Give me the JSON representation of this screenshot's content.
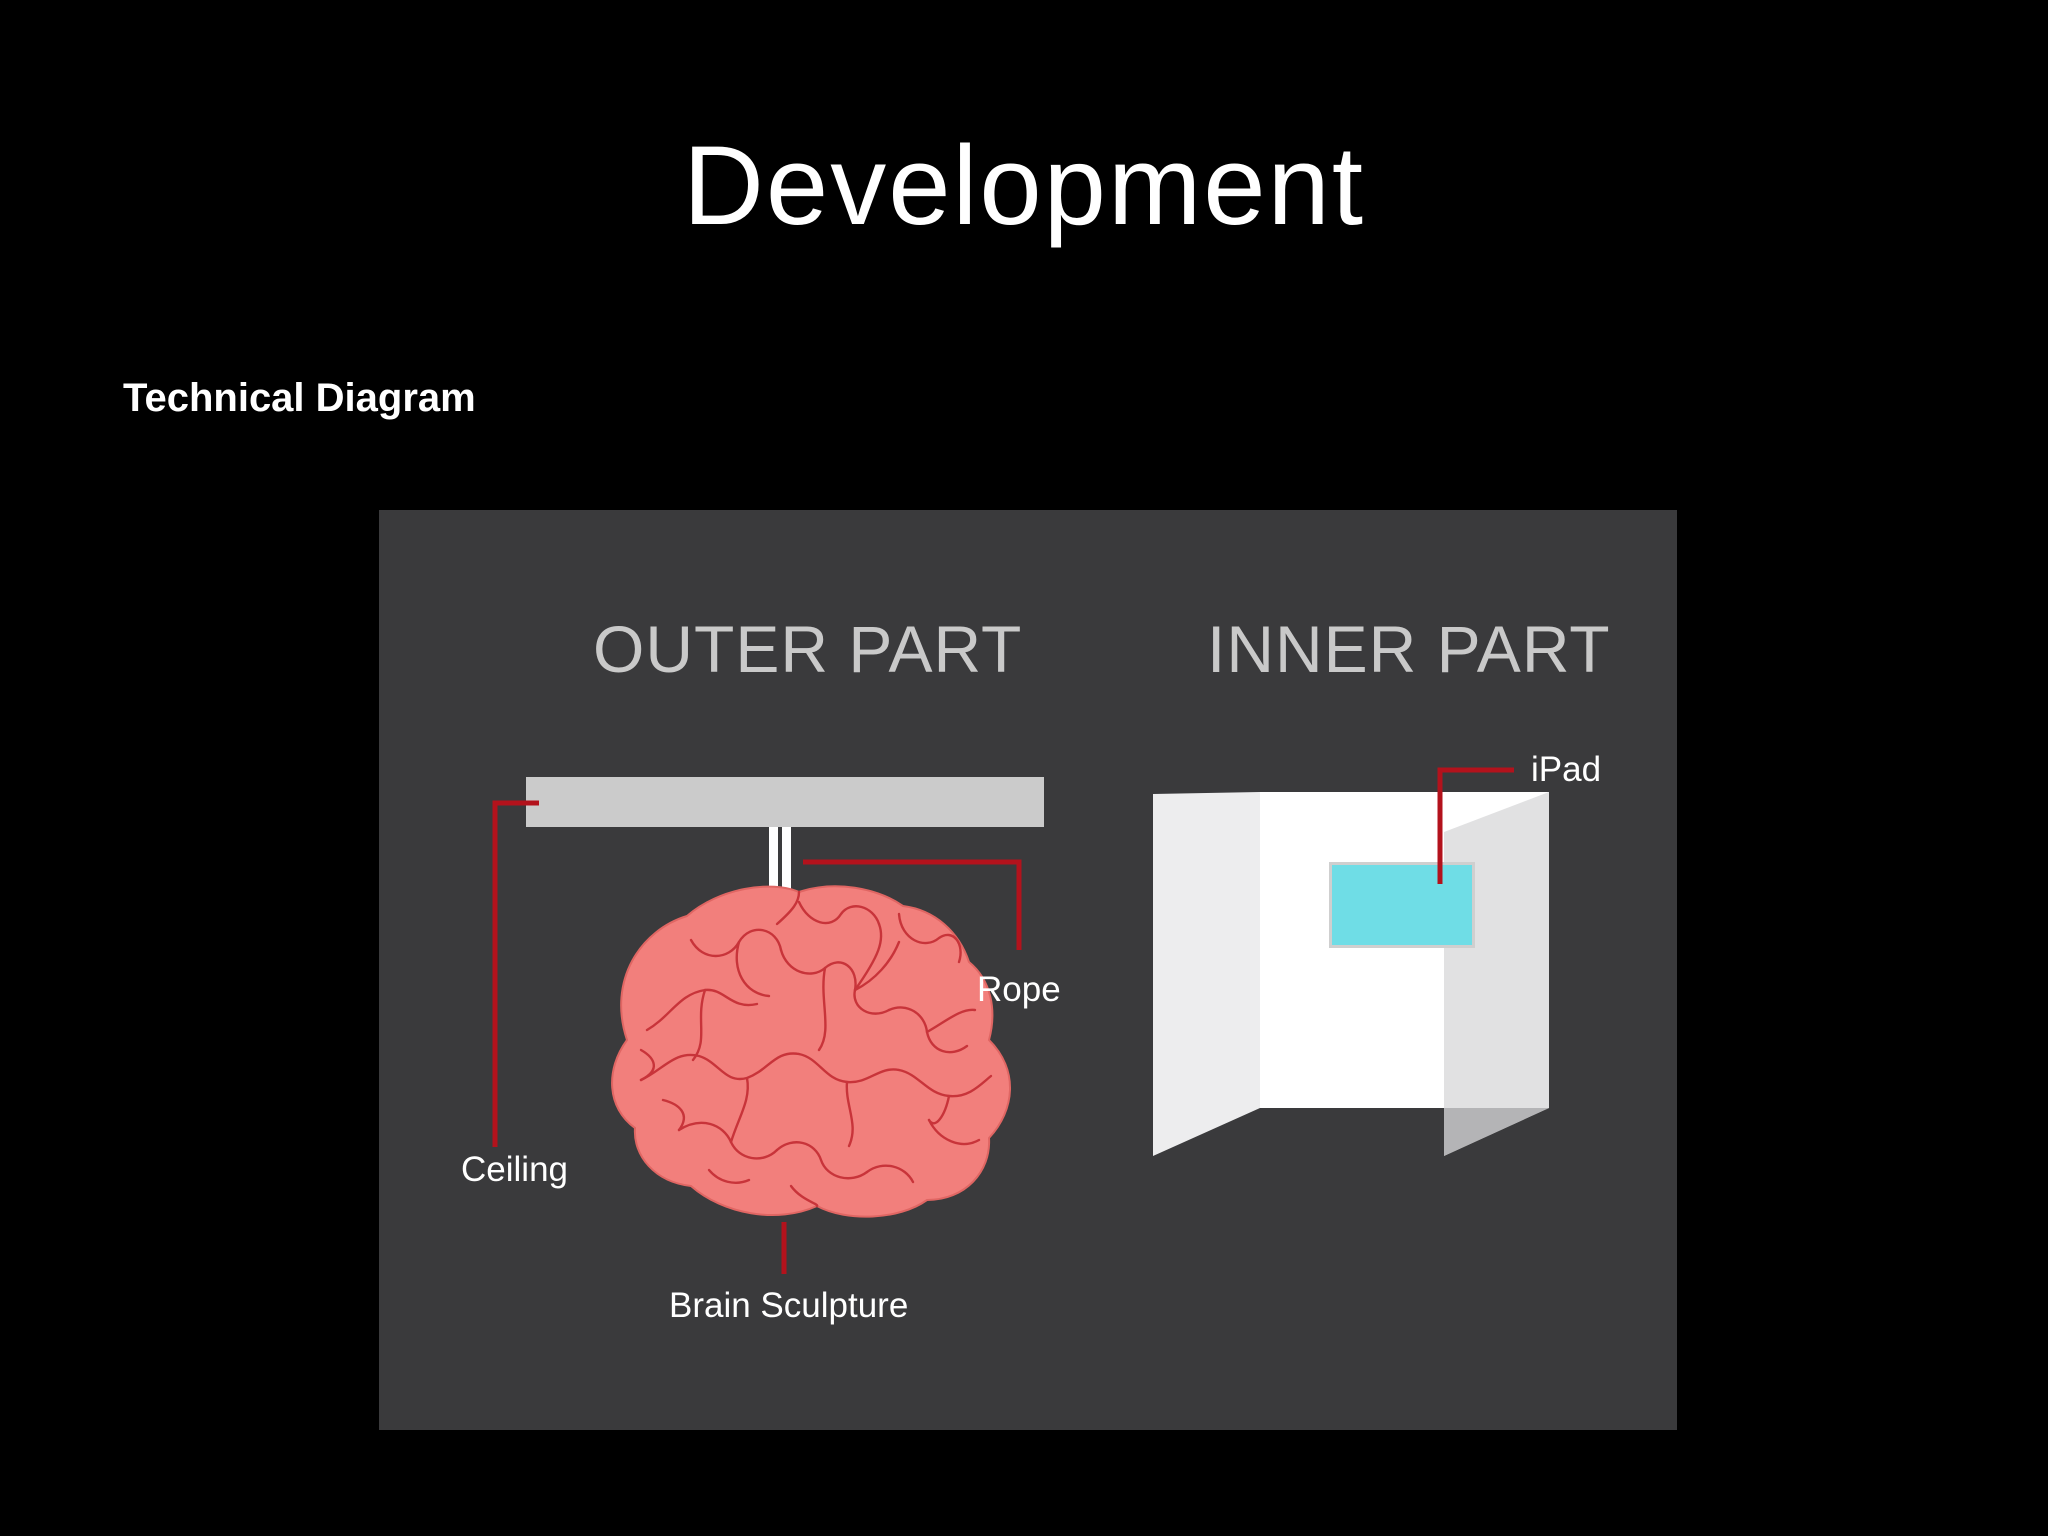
{
  "slide": {
    "title": "Development",
    "subheading": "Technical Diagram"
  },
  "diagram": {
    "sections": {
      "outer": "OUTER PART",
      "inner": "INNER PART"
    },
    "labels": {
      "ceiling": "Ceiling",
      "rope": "Rope",
      "brain": "Brain Sculpture",
      "ipad": "iPad"
    },
    "colors": {
      "background": "#000000",
      "panel": "#3a3a3c",
      "callout_line": "#b3121c",
      "brain": "#f27f7c",
      "ceiling_bar": "#cbcbcb",
      "ipad_screen": "#6fdde6",
      "heading_text": "#c9c9c9"
    }
  }
}
